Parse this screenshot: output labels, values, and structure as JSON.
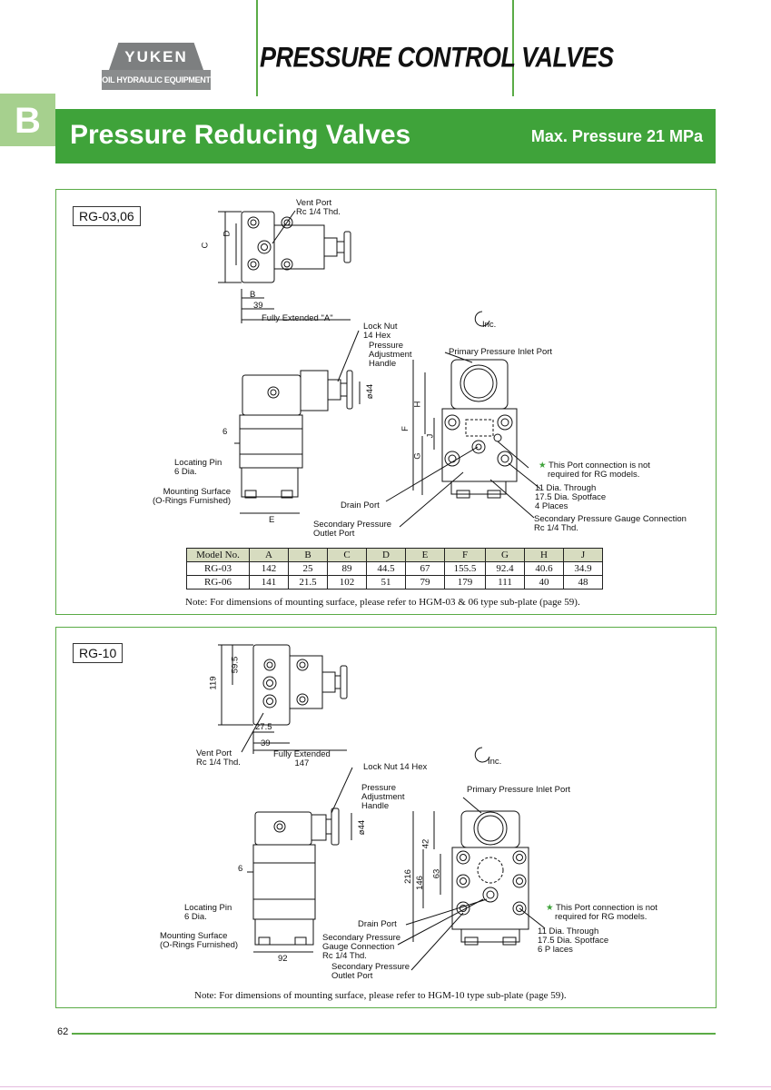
{
  "header": {
    "logo_top": "YUKEN",
    "logo_bottom": "OIL HYDRAULIC EQUIPMENT",
    "series_title": "PRESSURE CONTROL VALVES",
    "section_letter": "B"
  },
  "banner": {
    "title": "Pressure Reducing Valves",
    "pressure": "Max. Pressure 21 MPa"
  },
  "panel1": {
    "model": "RG-03,06",
    "labels": {
      "vent_port_1": "Vent Port",
      "vent_port_2": "Rc 1/4 Thd.",
      "dim_c": "C",
      "dim_d": "D",
      "dim_b": "B",
      "dim_39": "39",
      "fully_extended": "Fully Extended \"A\"",
      "lock_nut_1": "Lock Nut",
      "lock_nut_2": "14 Hex",
      "pressure_1": "Pressure",
      "pressure_2": "Adjustment",
      "pressure_3": "Handle",
      "dia44": "ø44",
      "inc": "Inc.",
      "primary": "Primary Pressure Inlet Port",
      "dim_6": "6",
      "dim_h": "H",
      "dim_f": "F",
      "dim_j": "J",
      "dim_g": "G",
      "dim_e": "E",
      "locating_1": "Locating Pin",
      "locating_2": "6 Dia.",
      "mounting_1": "Mounting Surface",
      "mounting_2": "(O-Rings Furnished)",
      "drain": "Drain Port",
      "secondary_1": "Secondary Pressure",
      "secondary_2": "Outlet Port",
      "star_1": "This Port connection is not",
      "star_2": "required for RG models.",
      "thru_1": "11 Dia. Through",
      "thru_2": "17.5 Dia. Spotface",
      "thru_3": "4 Places",
      "gauge_1": "Secondary Pressure Gauge Connection",
      "gauge_2": "Rc 1/4 Thd."
    },
    "table": {
      "headers": [
        "Model No.",
        "A",
        "B",
        "C",
        "D",
        "E",
        "F",
        "G",
        "H",
        "J"
      ],
      "rows": [
        [
          "RG-03",
          "142",
          "25",
          "89",
          "44.5",
          "67",
          "155.5",
          "92.4",
          "40.6",
          "34.9"
        ],
        [
          "RG-06",
          "141",
          "21.5",
          "102",
          "51",
          "79",
          "179",
          "111",
          "40",
          "48"
        ]
      ]
    },
    "note": "Note: For dimensions of mounting surface, please refer to HGM-03 & 06 type sub-plate (page 59)."
  },
  "panel2": {
    "model": "RG-10",
    "labels": {
      "dim_119": "119",
      "dim_595": "59.5",
      "dim_275": "27.5",
      "dim_39": "39",
      "vent_1": "Vent Port",
      "vent_2": "Rc 1/4 Thd.",
      "fully_1": "Fully Extended",
      "fully_2": "147",
      "lock_nut": "Lock Nut 14 Hex",
      "inc": "Inc.",
      "pressure_1": "Pressure",
      "pressure_2": "Adjustment",
      "pressure_3": "Handle",
      "primary": "Primary Pressure Inlet Port",
      "dia44": "ø44",
      "dim_6": "6",
      "dim_42": "42",
      "dim_216": "216",
      "dim_63": "63",
      "dim_146": "146",
      "locating_1": "Locating Pin",
      "locating_2": "6 Dia.",
      "mounting_1": "Mounting Surface",
      "mounting_2": "(O-Rings Furnished)",
      "drain": "Drain Port",
      "gauge_1": "Secondary Pressure",
      "gauge_2": "Gauge Connection",
      "gauge_3": "Rc 1/4 Thd.",
      "dim_92": "92",
      "outlet_1": "Secondary Pressure",
      "outlet_2": "Outlet Port",
      "star_1": "This Port connection is not",
      "star_2": "required for RG models.",
      "thru_1": "11 Dia. Through",
      "thru_2": "17.5 Dia. Spotface",
      "thru_3": "6 P laces"
    },
    "note": "Note: For dimensions of mounting surface, please refer to HGM-10 type sub-plate (page 59)."
  },
  "footer": {
    "page_number": "62"
  },
  "colors": {
    "brand_green": "#3fa33a",
    "light_green": "#a6d08e",
    "logo_gray": "#7d7f80"
  }
}
